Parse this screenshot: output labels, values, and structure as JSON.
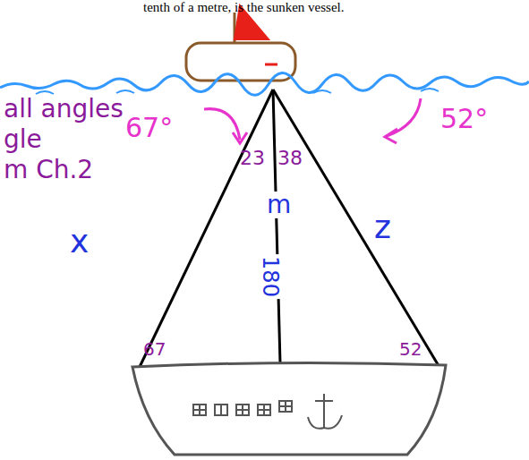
{
  "diagram": {
    "labels": [
      "tenth of a metre, is the sunken vessel.",
      "all angles",
      "gle",
      "m Ch.2",
      "67°",
      "52°",
      "23",
      "38",
      "x",
      "m",
      "180",
      "z",
      "67",
      "52"
    ]
  }
}
